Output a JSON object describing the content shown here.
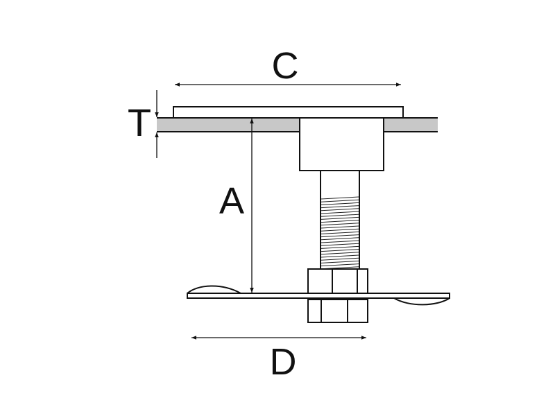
{
  "diagram": {
    "labels": {
      "c": "C",
      "t": "T",
      "a": "A",
      "d": "D"
    },
    "colors": {
      "line": "#111111",
      "panel": "#c8c8c8",
      "background": "#ffffff"
    }
  }
}
